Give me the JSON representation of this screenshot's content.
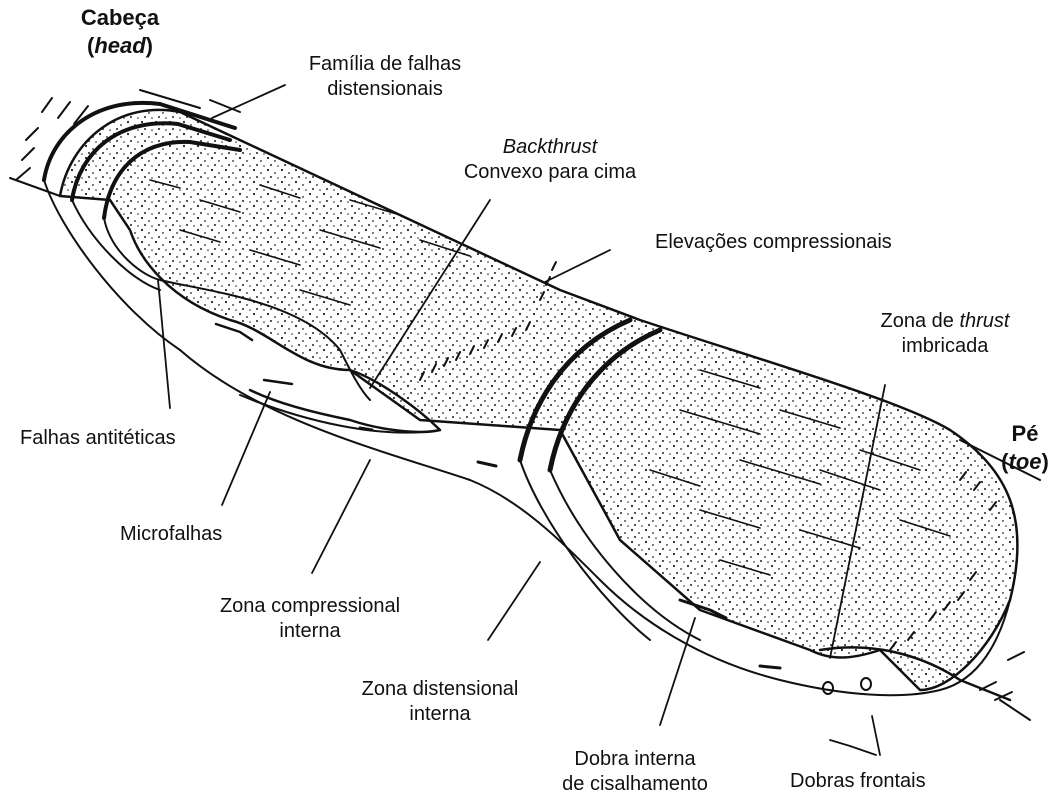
{
  "labels": {
    "head_title": "Cabeça",
    "head_open": "(",
    "head_term": "head",
    "head_close": ")",
    "distensional_faults_1": "Família de falhas",
    "distensional_faults_2": "distensionais",
    "backthrust_term": "Backthrust",
    "backthrust_desc": "Convexo para cima",
    "compressional_ridges": "Elevações compressionais",
    "thrust_zone_prefix": "Zona de ",
    "thrust_term": "thrust",
    "thrust_zone_2": "imbricada",
    "toe_title": "Pé",
    "toe_open": "(",
    "toe_term": "toe",
    "toe_close": ")",
    "antithetic_faults": "Falhas antitéticas",
    "microfaults": "Microfalhas",
    "internal_compressional_1": "Zona compressional",
    "internal_compressional_2": "interna",
    "internal_distensional_1": "Zona distensional",
    "internal_distensional_2": "interna",
    "internal_shear_fold_1": "Dobra interna",
    "internal_shear_fold_2": "de cisalhamento",
    "frontal_folds": "Dobras frontais"
  },
  "colors": {
    "ink": "#111111",
    "background": "#ffffff"
  }
}
